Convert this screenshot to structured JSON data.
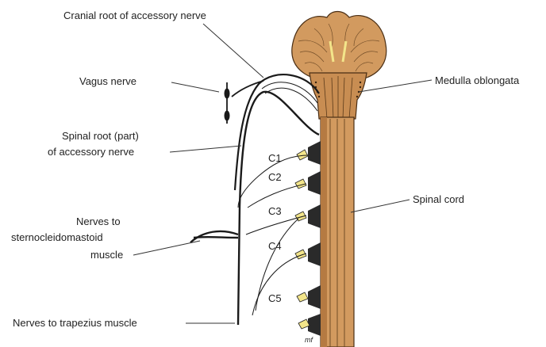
{
  "labels": {
    "cranial_root": "Cranial root of accessory nerve",
    "vagus": "Vagus nerve",
    "spinal_root_line1": "Spinal root (part)",
    "spinal_root_line2": "of accessory nerve",
    "sterno_line1": "Nerves to",
    "sterno_line2": "sternocleidomastoid",
    "sterno_line3": "muscle",
    "trapezius": "Nerves to trapezius muscle",
    "medulla": "Medulla oblongata",
    "spinal_cord": "Spinal cord"
  },
  "levels": [
    "C1",
    "C2",
    "C3",
    "C4",
    "C5"
  ],
  "signature": "mf",
  "colors": {
    "cord": "#d29a5f",
    "cord_shadow": "#a86c36",
    "ganglion": "#f3e58a",
    "nerve": "#1a1a1a",
    "leader": "#333333"
  }
}
